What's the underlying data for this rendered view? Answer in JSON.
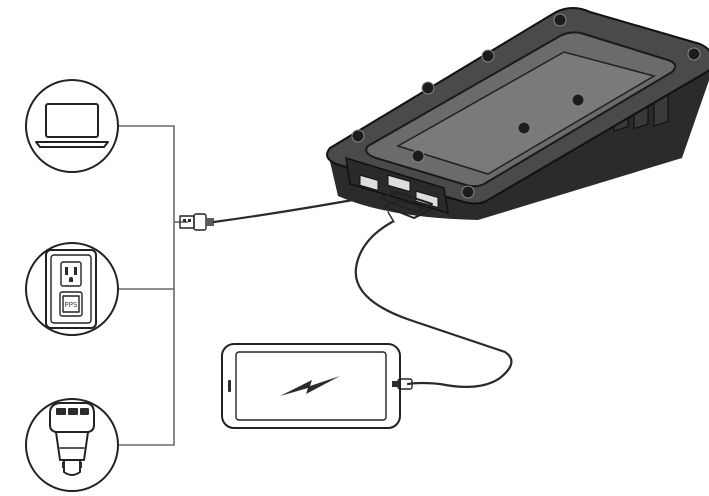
{
  "diagram": {
    "sources": [
      {
        "id": "laptop",
        "icon": "laptop-icon"
      },
      {
        "id": "wall-outlet",
        "icon": "wall-outlet-icon"
      },
      {
        "id": "car-charger",
        "icon": "car-charger-icon"
      }
    ],
    "outlet_label": "PPS",
    "devices": {
      "power_bank": "power-bank-icon",
      "phone": "smartphone-icon",
      "charge_symbol": "lightning-bolt-icon"
    },
    "colors": {
      "line": "#222222",
      "connector_gray": "#6a6a6a",
      "body_dark": "#2b2b2b"
    }
  }
}
